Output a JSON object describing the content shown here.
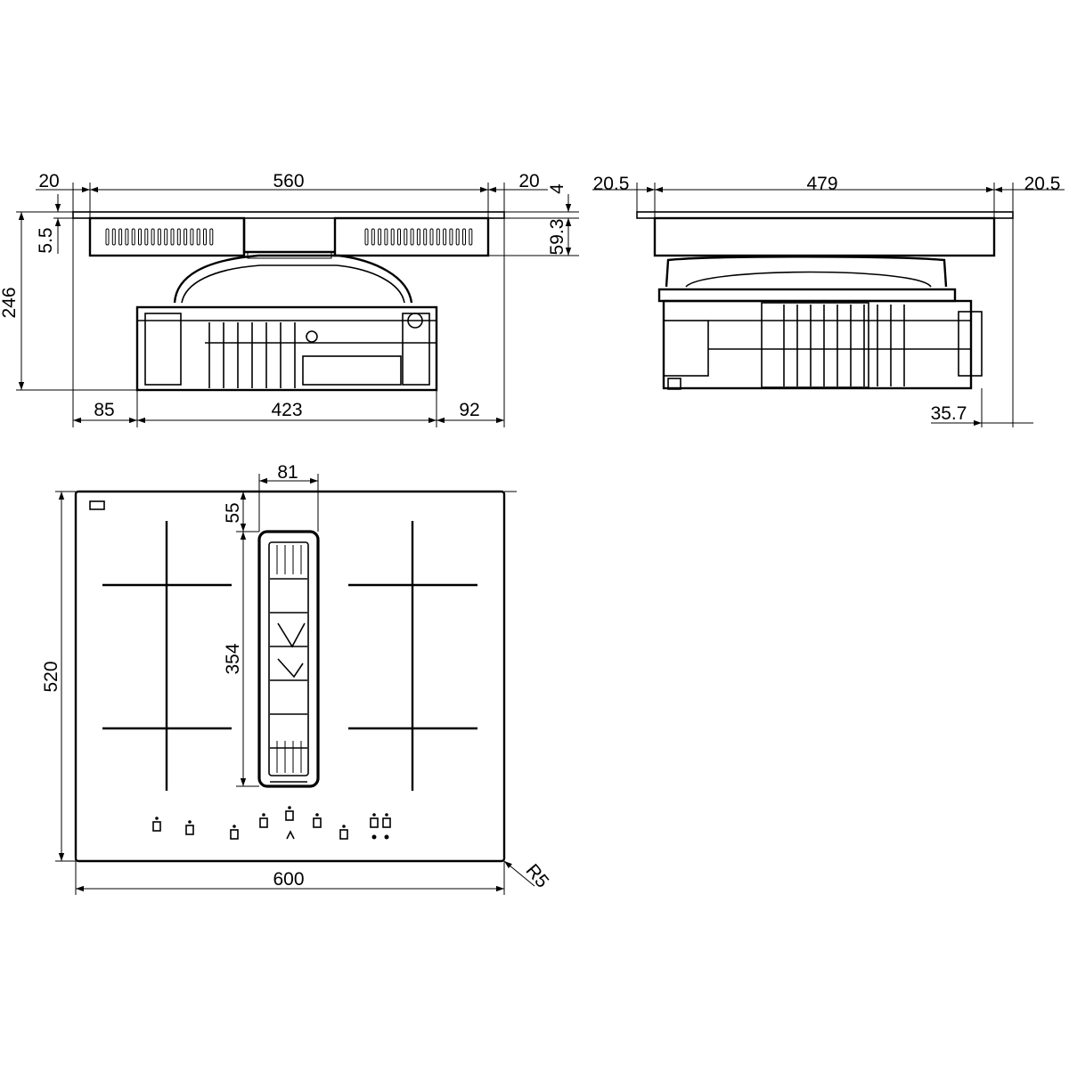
{
  "dimensions": {
    "front": {
      "left_margin": "20",
      "total_width": "560",
      "right_margin": "20",
      "glass_thickness": "4",
      "overall_height": "246",
      "top_offset": "5.5",
      "upper_body": "59.3",
      "bottom_left": "85",
      "bottom_middle": "423",
      "bottom_right": "92"
    },
    "side": {
      "left_margin": "20.5",
      "total_width": "479",
      "right_margin": "20.5",
      "bottom_offset": "35.7"
    },
    "top": {
      "vent_width": "81",
      "vent_offset": "55",
      "vent_length": "354",
      "overall_depth": "520",
      "overall_width": "600",
      "corner_radius": "R5"
    }
  }
}
